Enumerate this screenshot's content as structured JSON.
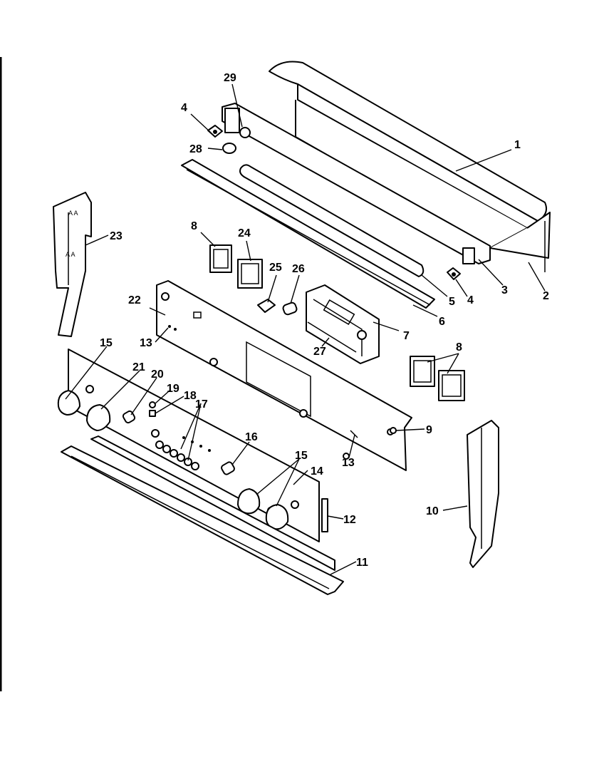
{
  "callouts": [
    {
      "id": "c1",
      "text": "1"
    },
    {
      "id": "c2",
      "text": "2"
    },
    {
      "id": "c3",
      "text": "3"
    },
    {
      "id": "c4a",
      "text": "4"
    },
    {
      "id": "c4b",
      "text": "4"
    },
    {
      "id": "c5",
      "text": "5"
    },
    {
      "id": "c6",
      "text": "6"
    },
    {
      "id": "c7",
      "text": "7"
    },
    {
      "id": "c8a",
      "text": "8"
    },
    {
      "id": "c8b",
      "text": "8"
    },
    {
      "id": "c9",
      "text": "9"
    },
    {
      "id": "c10",
      "text": "10"
    },
    {
      "id": "c11",
      "text": "11"
    },
    {
      "id": "c12",
      "text": "12"
    },
    {
      "id": "c13a",
      "text": "13"
    },
    {
      "id": "c13b",
      "text": "13"
    },
    {
      "id": "c14",
      "text": "14"
    },
    {
      "id": "c15a",
      "text": "15"
    },
    {
      "id": "c15b",
      "text": "15"
    },
    {
      "id": "c16",
      "text": "16"
    },
    {
      "id": "c17",
      "text": "17"
    },
    {
      "id": "c18",
      "text": "18"
    },
    {
      "id": "c19",
      "text": "19"
    },
    {
      "id": "c20",
      "text": "20"
    },
    {
      "id": "c21",
      "text": "21"
    },
    {
      "id": "c22",
      "text": "22"
    },
    {
      "id": "c23",
      "text": "23"
    },
    {
      "id": "c24",
      "text": "24"
    },
    {
      "id": "c25",
      "text": "25"
    },
    {
      "id": "c26",
      "text": "26"
    },
    {
      "id": "c27",
      "text": "27"
    },
    {
      "id": "c28",
      "text": "28"
    },
    {
      "id": "c29",
      "text": "29"
    }
  ]
}
